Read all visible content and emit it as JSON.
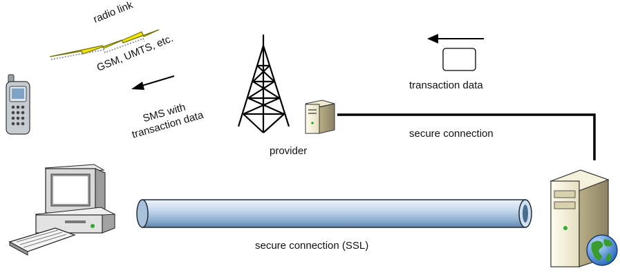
{
  "labels": {
    "radio_link": "radio link",
    "network": "GSM, UMTS, etc.",
    "sms_line1": "SMS with",
    "sms_line2": "transaction data",
    "provider": "provider",
    "transaction_data": "transaction data",
    "secure_connection": "secure connection",
    "secure_connection_ssl": "secure connection (SSL)"
  },
  "icons": {
    "phone": "mobile-phone-icon",
    "tower": "radio-tower-icon",
    "provider_server": "provider-server-icon",
    "desktop": "desktop-computer-icon",
    "web_server": "web-server-icon",
    "globe": "globe-icon",
    "envelope": "transaction-data-box-icon"
  },
  "colors": {
    "lightning_fill": "#f2e600",
    "lightning_stroke": "#7a7a00",
    "tube_light": "#dbe8f6",
    "tube_dark": "#6f92b6",
    "line": "#000000"
  }
}
